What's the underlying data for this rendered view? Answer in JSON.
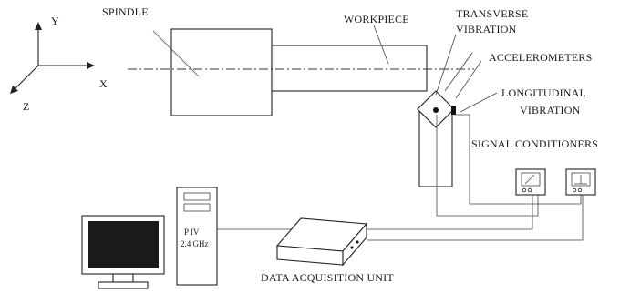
{
  "axes": {
    "y": "Y",
    "x": "X",
    "z": "Z"
  },
  "labels": {
    "spindle": "SPINDLE",
    "workpiece": "WORKPIECE",
    "transverse_1": "TRANSVERSE",
    "transverse_2": "VIBRATION",
    "accelerometers": "ACCELEROMETERS",
    "longitudinal_1": "LONGITUDINAL",
    "longitudinal_2": "VIBRATION",
    "signal_conditioners": "SIGNAL CONDITIONERS",
    "daq": "DATA ACQUISITION UNIT",
    "pc_line1": "P IV",
    "pc_line2": "2.4 GHz"
  }
}
